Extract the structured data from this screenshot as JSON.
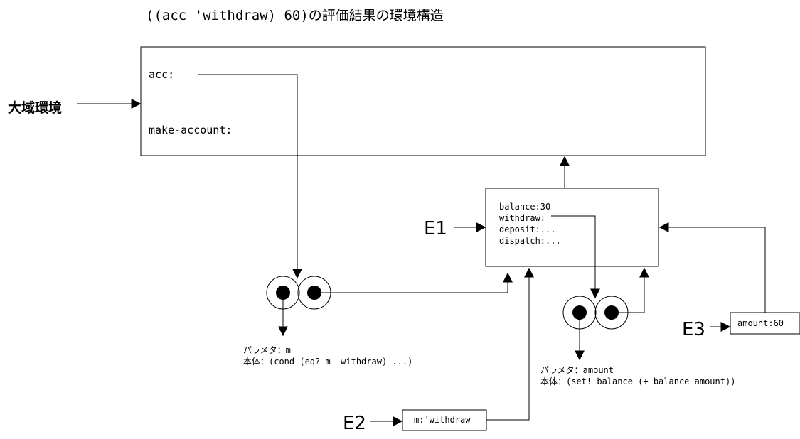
{
  "title": "((acc 'withdraw) 60)の評価結果の環境構造",
  "global_env": {
    "label": "大域環境",
    "bindings": [
      "acc:",
      "make-account:"
    ]
  },
  "e1": {
    "label": "E1",
    "bindings": [
      "balance:30",
      "withdraw:",
      "deposit:...",
      "dispatch:..."
    ]
  },
  "e2": {
    "label": "E2",
    "binding": "m:'withdraw"
  },
  "e3": {
    "label": "E3",
    "binding": "amount:60"
  },
  "proc1": {
    "params": "パラメタ：m",
    "body": "本体：(cond (eq? m 'withdraw) ...)"
  },
  "proc2": {
    "params": "パラメタ：amount",
    "body": "本体：(set! balance (+ balance amount))"
  },
  "colors": {
    "line": "#000000",
    "background": "#ffffff"
  }
}
